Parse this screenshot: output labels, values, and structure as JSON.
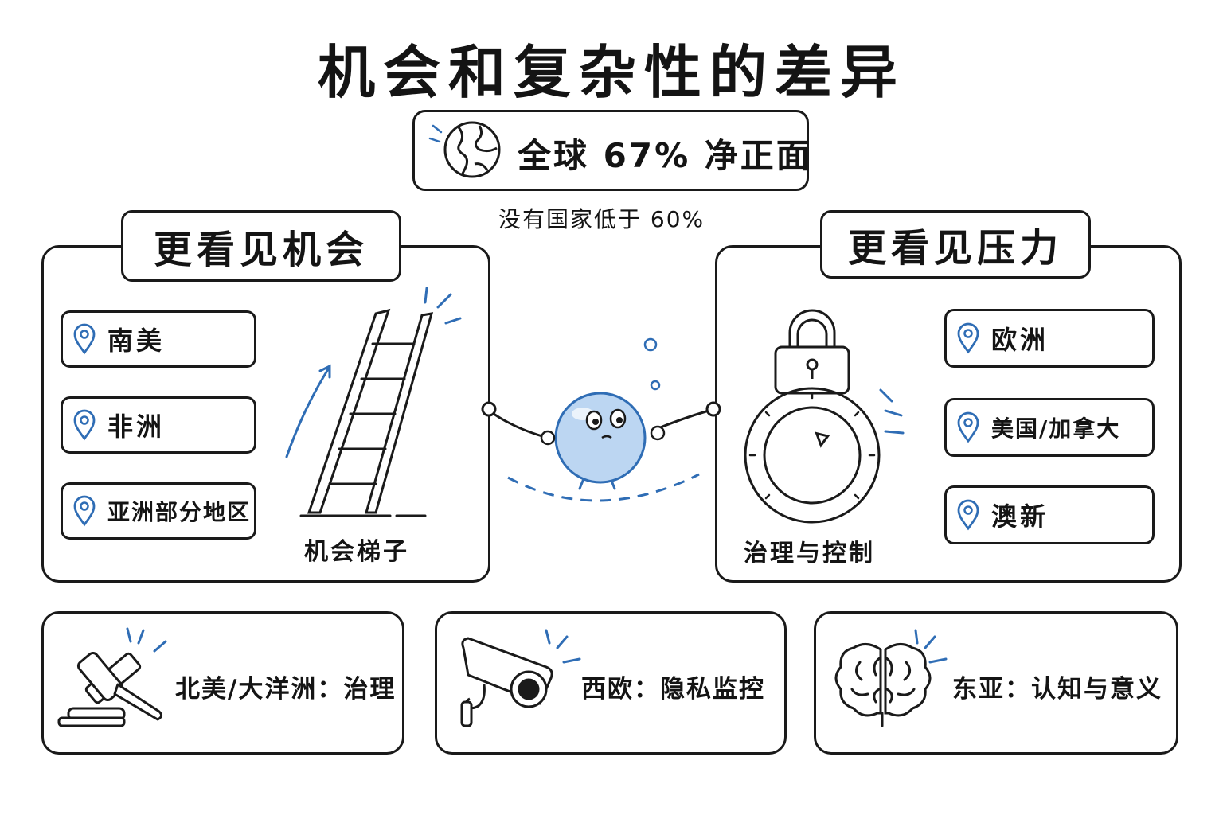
{
  "title": "机会和复杂性的差异",
  "global_stat": {
    "text": "全球 67% 净正面",
    "subtext": "没有国家低于 60%",
    "icon": "globe-icon"
  },
  "opportunity_panel": {
    "header": "更看见机会",
    "regions": [
      {
        "label": "南美",
        "icon": "location-pin-icon"
      },
      {
        "label": "非洲",
        "icon": "location-pin-icon"
      },
      {
        "label": "亚洲部分地区",
        "icon": "location-pin-icon"
      }
    ],
    "illustration_caption": "机会梯子",
    "illustration_icon": "ladder-icon"
  },
  "pressure_panel": {
    "header": "更看见压力",
    "regions": [
      {
        "label": "欧洲",
        "icon": "location-pin-icon"
      },
      {
        "label": "美国/加拿大",
        "icon": "location-pin-icon"
      },
      {
        "label": "澳新",
        "icon": "location-pin-icon"
      }
    ],
    "illustration_caption": "治理与控制",
    "illustration_icon": "padlock-dial-icon"
  },
  "mascot": {
    "icon": "bubble-character-icon"
  },
  "concerns": [
    {
      "label": "北美/大洋洲：治理",
      "icon": "gavel-icon"
    },
    {
      "label": "西欧：隐私监控",
      "icon": "security-camera-icon"
    },
    {
      "label": "东亚：认知与意义",
      "icon": "brain-icon"
    }
  ],
  "colors": {
    "ink": "#1a1a1a",
    "accent": "#2f6db5",
    "bubble": "#bcd6f2"
  }
}
